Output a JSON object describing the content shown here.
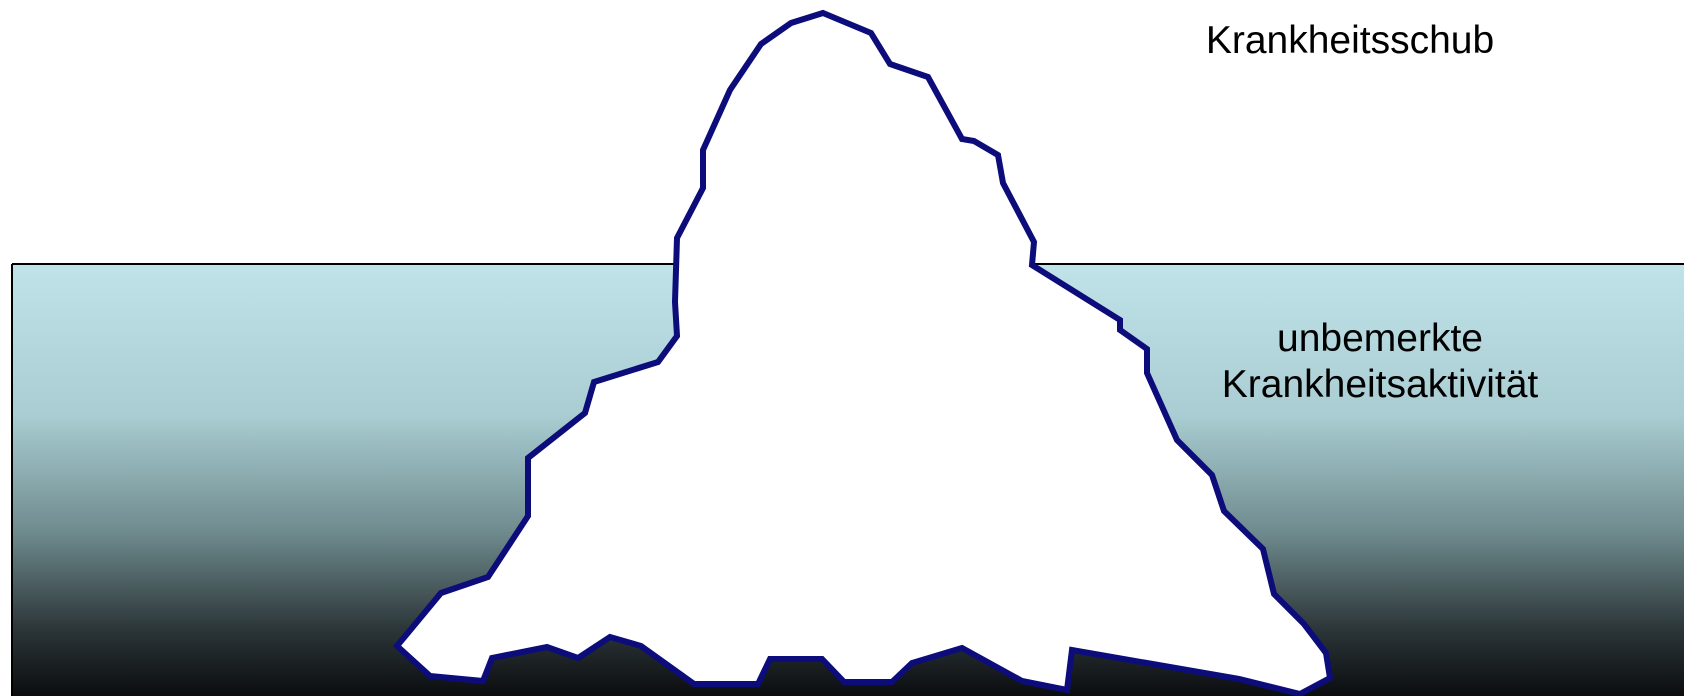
{
  "labels": {
    "visible_part": "Krankheitsschub",
    "hidden_part_line1": "unbemerkte",
    "hidden_part_line2": "Krankheitsaktivität"
  },
  "colors": {
    "water_top": "#bfe3e8",
    "water_mid": "#8fb0b4",
    "water_bottom": "#0b0d0f",
    "iceberg_fill": "#ffffff",
    "iceberg_outline": "#0c0c7a",
    "waterline": "#000000"
  }
}
